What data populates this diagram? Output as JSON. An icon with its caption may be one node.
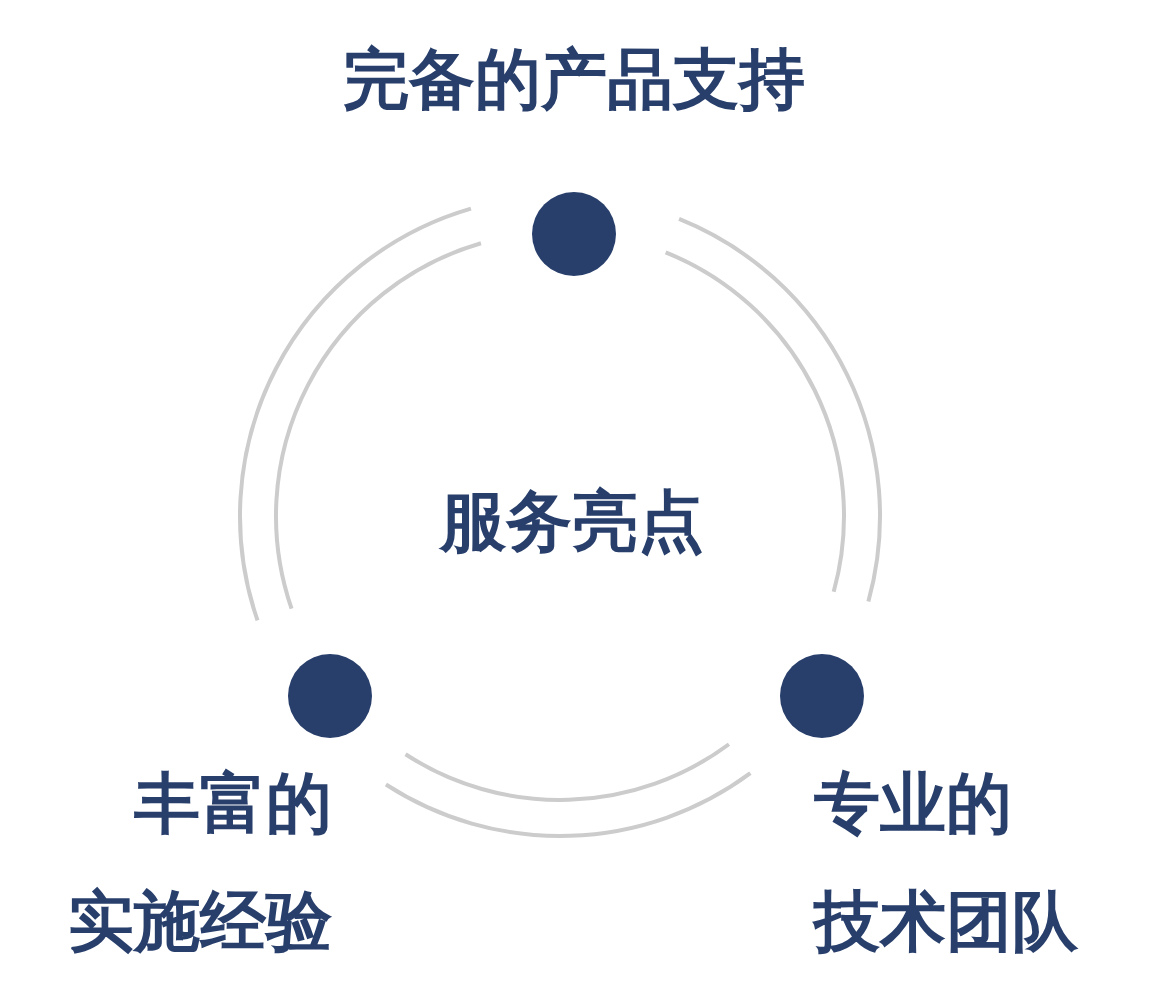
{
  "diagram": {
    "nodes": [
      {
        "text": [],
        "shape": "circle",
        "beside": [
          "完备的产品支持"
        ]
      },
      {
        "text": [],
        "shape": "circle",
        "beside": [
          "丰富的",
          "实施经验"
        ]
      },
      {
        "text": [],
        "shape": "circle",
        "beside": [
          "专业的",
          "技术团队"
        ]
      }
    ],
    "labels": [
      "服务亮点"
    ]
  }
}
